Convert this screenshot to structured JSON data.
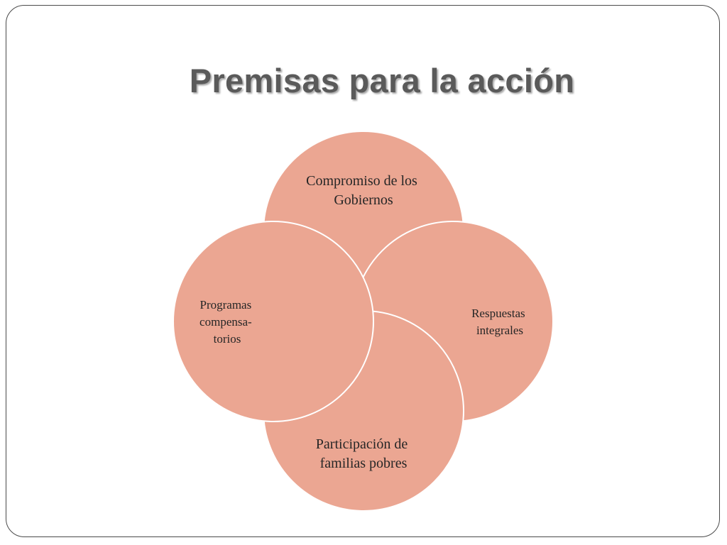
{
  "title": "Premisas para la acción",
  "colors": {
    "circle_fill": "#E07050",
    "circle_stroke": "#FFFFFF",
    "title_color": "#5A5A5A",
    "text_color": "#262626"
  },
  "circles": [
    {
      "id": "top",
      "label_lines": [
        "Compromiso de los",
        "Gobiernos"
      ]
    },
    {
      "id": "right",
      "label_lines": [
        "Respuestas",
        "integrales"
      ]
    },
    {
      "id": "bottom",
      "label_lines": [
        "Participación de",
        "familias pobres"
      ]
    },
    {
      "id": "left",
      "label_lines": [
        "Programas",
        "compensa-",
        "torios"
      ]
    }
  ]
}
